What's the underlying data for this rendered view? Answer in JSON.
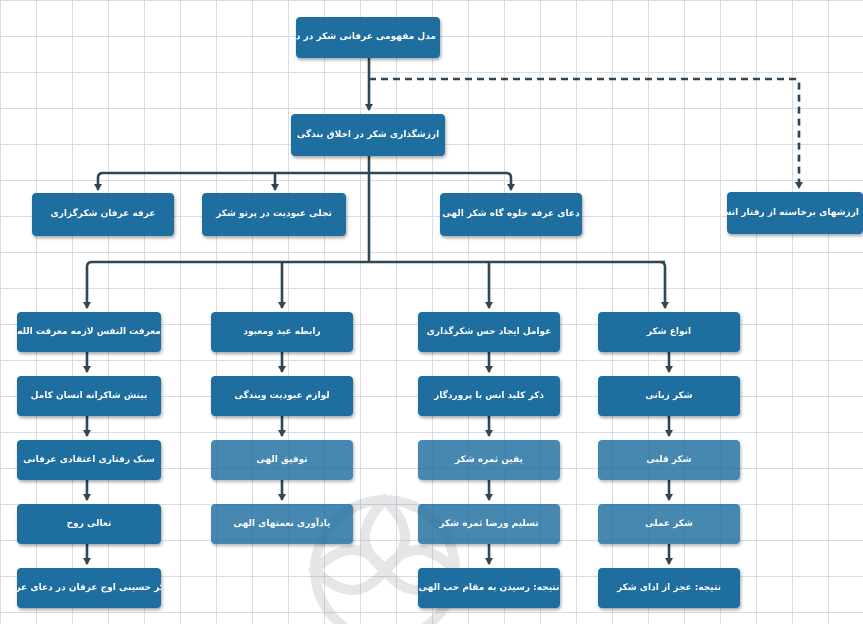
{
  "diagram": {
    "root": "مدل مفهومی عرفانی شکر در دعای عرفه",
    "level1": "ارزشگذاری شکر در اخلاق بندگی",
    "side_node": "ارزشهای برخاسته از رفتار انسان متعالی",
    "level2": [
      "عرفه عرفان شکرگزاری",
      "تجلی عبودیت در پرتو شکر",
      "دعای عرفه جلوه گاه شکر الهی"
    ],
    "columns": [
      {
        "items": [
          "معرفت النفس لازمه معرفت الله",
          "بینش شاکرانه انسان کامل",
          "سبک رفتاری اعتقادی عرفانی",
          "تعالی روح",
          "شکر حسینی اوج عرفان در دعای عرفه"
        ]
      },
      {
        "items": [
          "رابطه عبد ومعبود",
          "لوازم عبودیت وبندگی",
          "توفیق الهی",
          "یادآوری نعمتهای الهی"
        ]
      },
      {
        "items": [
          "عوامل ایجاد حس شکرگذاری",
          "ذکر کلید انس با پروردگار",
          "یقین ثمره شکر",
          "تسلیم ورضا ثمره شکر",
          "نتیجه: رسیدن به مقام حب الهی"
        ]
      },
      {
        "items": [
          "انواع شکر",
          "شکر زبانی",
          "شکر قلبی",
          "شکر عملی",
          "نتیجه: عجز از ادای شکر"
        ]
      }
    ]
  }
}
